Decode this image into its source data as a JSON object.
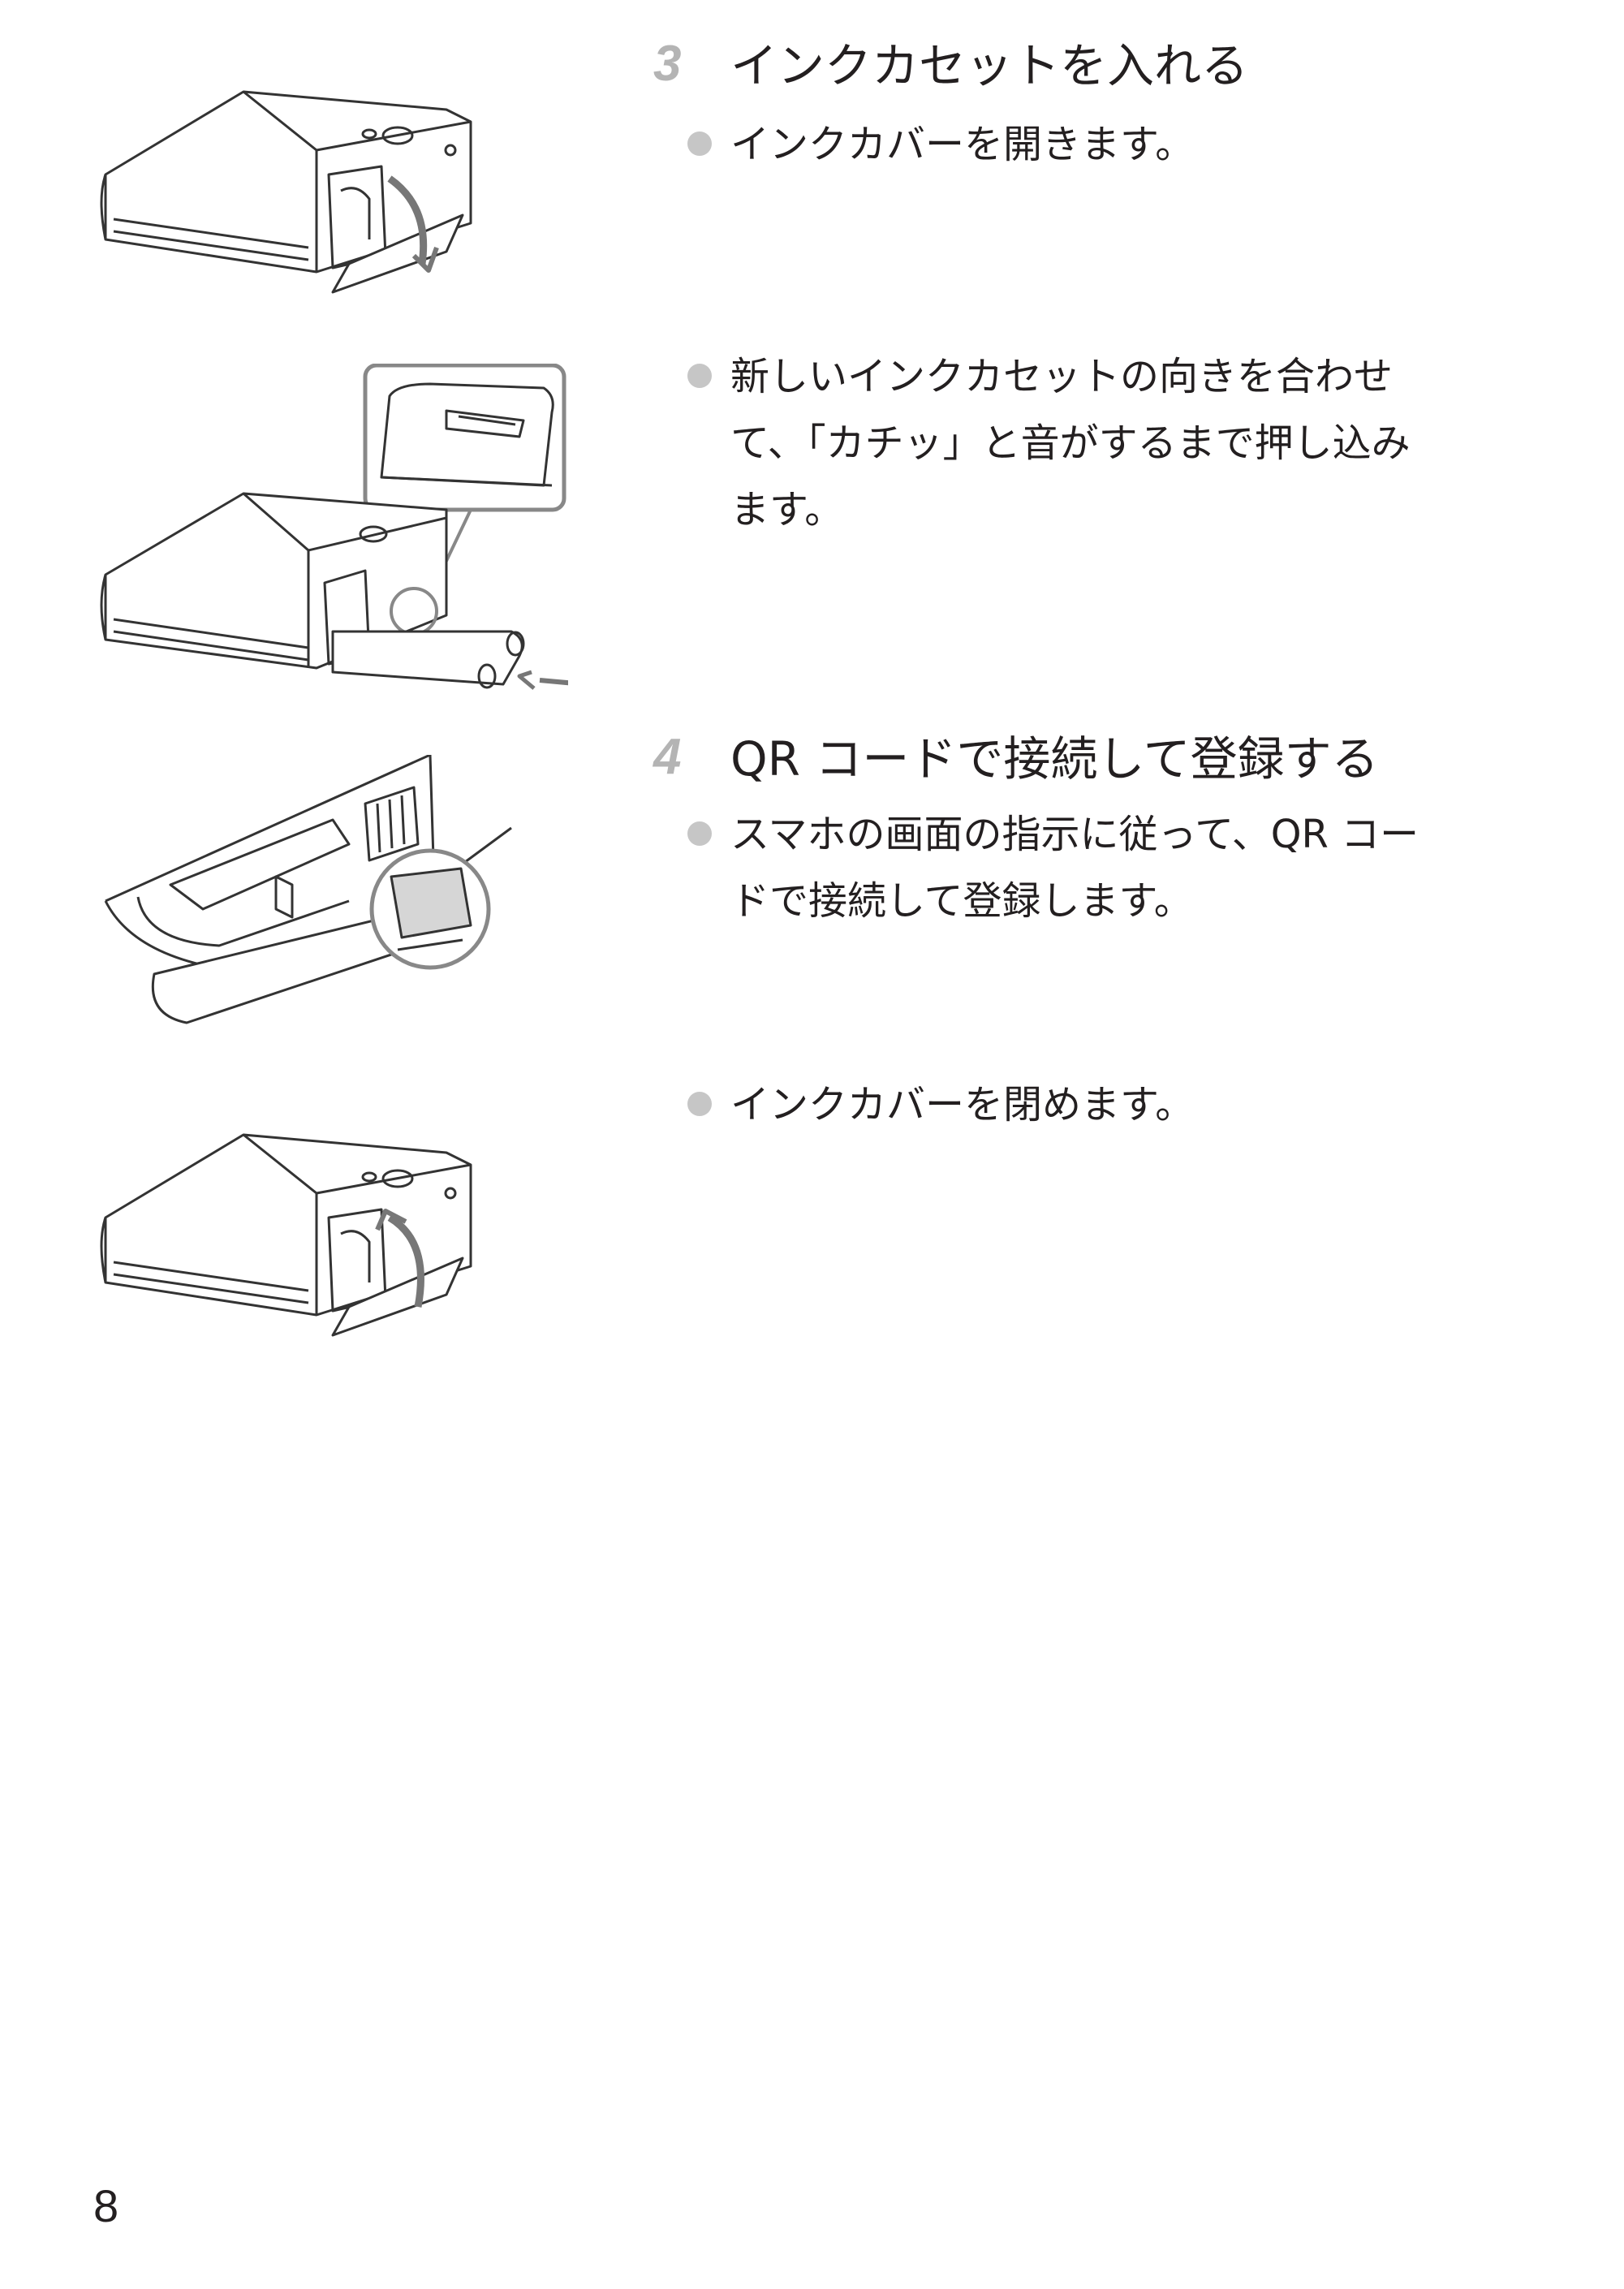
{
  "steps": [
    {
      "number": "3",
      "title": "インクカセットを入れる",
      "bullets": [
        {
          "lines": [
            "インクカバーを開きます。"
          ]
        },
        {
          "lines": [
            "新しいインクカセットの向きを合わせ",
            "て、「カチッ」と音がするまで押し込み",
            "ます。"
          ]
        }
      ]
    },
    {
      "number": "4",
      "title": "QR コードで接続して登録する",
      "bullets": [
        {
          "lines": [
            "スマホの画面の指示に従って、QR コー",
            "ドで接続して登録します。"
          ]
        },
        {
          "lines": [
            "インクカバーを閉めます。"
          ]
        }
      ]
    }
  ],
  "page_number": "8",
  "colors": {
    "text": "#231f20",
    "step_number": "#b4b4b4",
    "bullet": "#c6c6c6"
  }
}
